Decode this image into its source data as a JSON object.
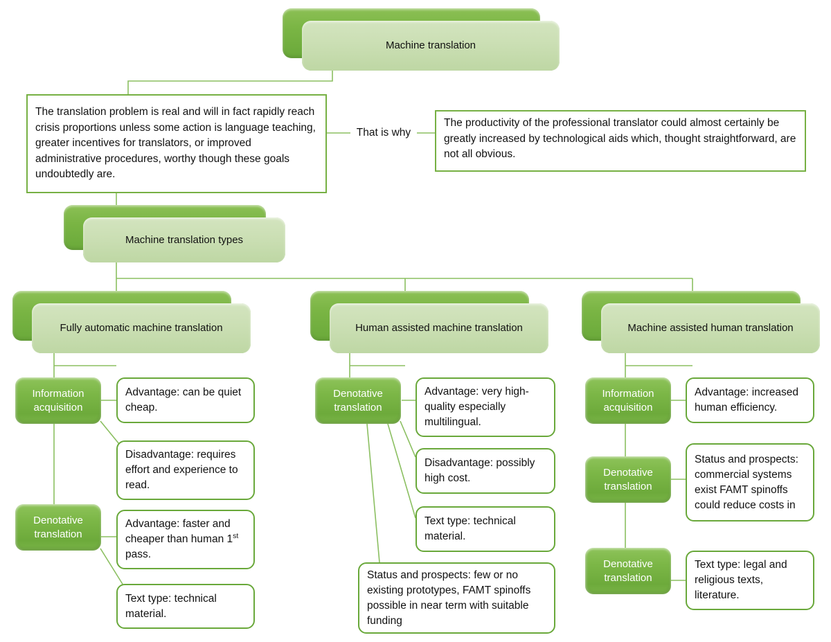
{
  "diagram": {
    "title": "Machine translation",
    "accent_green": "#76b043",
    "node_green": "#7cb747",
    "card_light": "#cbdfb4",
    "text_color": "#111111"
  },
  "root": {
    "label": "Machine translation"
  },
  "quotes": {
    "problem": "The translation problem is real and will in fact rapidly reach crisis proportions unless some action is language teaching, greater incentives for translators, or improved administrative procedures, worthy though these goals undoubtedly are.",
    "connector_caption": "That is why",
    "productivity": "The productivity of the professional translator could almost certainly be greatly increased by technological aids which, thought straightforward, are not all obvious."
  },
  "types_node": {
    "label": "Machine translation types"
  },
  "branches": [
    {
      "id": "fully-automatic-machine-translation",
      "label": "Fully automatic machine translation",
      "subnodes": [
        {
          "id": "information-acquisition",
          "label": "Information acquisition",
          "notes": [
            "Advantage: can be quiet cheap.",
            "Disadvantage: requires effort and experience to read."
          ]
        },
        {
          "id": "denotative-translation",
          "label": "Denotative translation",
          "notes": [
            "Advantage: faster and cheaper than human 1st pass.",
            "Text type: technical material."
          ]
        }
      ]
    },
    {
      "id": "human-assisted-machine-translation",
      "label": "Human assisted machine translation",
      "subnodes": [
        {
          "id": "denotative-translation",
          "label": "Denotative translation",
          "notes": [
            "Advantage: very high-quality especially multilingual.",
            "Disadvantage: possibly high cost.",
            "Text type: technical material.",
            "Status and prospects: few or no existing prototypes, FAMT spinoffs possible in near term with suitable funding"
          ]
        }
      ]
    },
    {
      "id": "machine-assisted-human-translation",
      "label": "Machine assisted human translation",
      "subnodes": [
        {
          "id": "information-acquisition",
          "label": "Information acquisition",
          "notes": [
            "Advantage: increased human efficiency."
          ]
        },
        {
          "id": "denotative-translation-1",
          "label": "Denotative translation",
          "notes": [
            "Status and prospects: commercial systems exist FAMT spinoffs could reduce costs in"
          ]
        },
        {
          "id": "denotative-translation-2",
          "label": "Denotative translation",
          "notes": [
            "Text type: legal and religious texts, literature."
          ]
        }
      ]
    }
  ],
  "labels": {
    "adv_fa_info": "Advantage: can be quiet cheap.",
    "dis_fa_info": "Disadvantage: requires effort and experience to read.",
    "adv_fa_den_pre": "Advantage: faster and cheaper than human 1",
    "adv_fa_den_sup": "st",
    "adv_fa_den_post": " pass.",
    "text_fa_den": "Text type: technical material.",
    "adv_ha_den": "Advantage: very high-quality especially multilingual.",
    "dis_ha_den": "Disadvantage: possibly high cost.",
    "text_ha_den": "Text type: technical material.",
    "status_ha_den": "Status and prospects: few or no existing prototypes, FAMT spinoffs possible in near term with suitable funding",
    "adv_mh_info": "Advantage: increased human efficiency.",
    "status_mh_den": "Status and prospects: commercial systems exist FAMT spinoffs could reduce costs in",
    "text_mh_den": "Text type: legal and religious texts, literature."
  }
}
